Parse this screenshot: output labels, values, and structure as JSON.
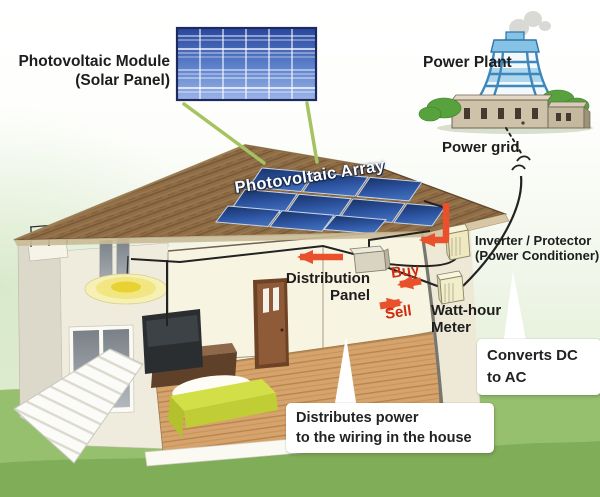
{
  "labels": {
    "pv_module": "Photovoltaic Module\n(Solar Panel)",
    "pv_array": "Photovoltaic Array",
    "power_plant": "Power Plant",
    "power_grid": "Power grid",
    "inverter": "Inverter / Protector\n(Power Conditioner)",
    "distribution_panel": "Distribution\nPanel",
    "watt_hour_meter": "Watt-hour\nMeter",
    "buy": "Buy",
    "sell": "Sell"
  },
  "callouts": {
    "converts": "Converts DC\nto AC",
    "distributes": "Distributes power\nto the wiring in the house"
  },
  "colors": {
    "flow_arrow_red": "#e8512c",
    "buy_sell_red": "#cf2c10",
    "panel_blue_dark": "#16305f",
    "panel_blue_light": "#7f9fdc",
    "roof_brown": "#8f6d46",
    "grass_green": "#96bf6e",
    "grass_dark_green": "#80ad58",
    "wire_black": "#222222",
    "pointer_green": "#a6c361",
    "device_cream": "#efe9c2"
  }
}
